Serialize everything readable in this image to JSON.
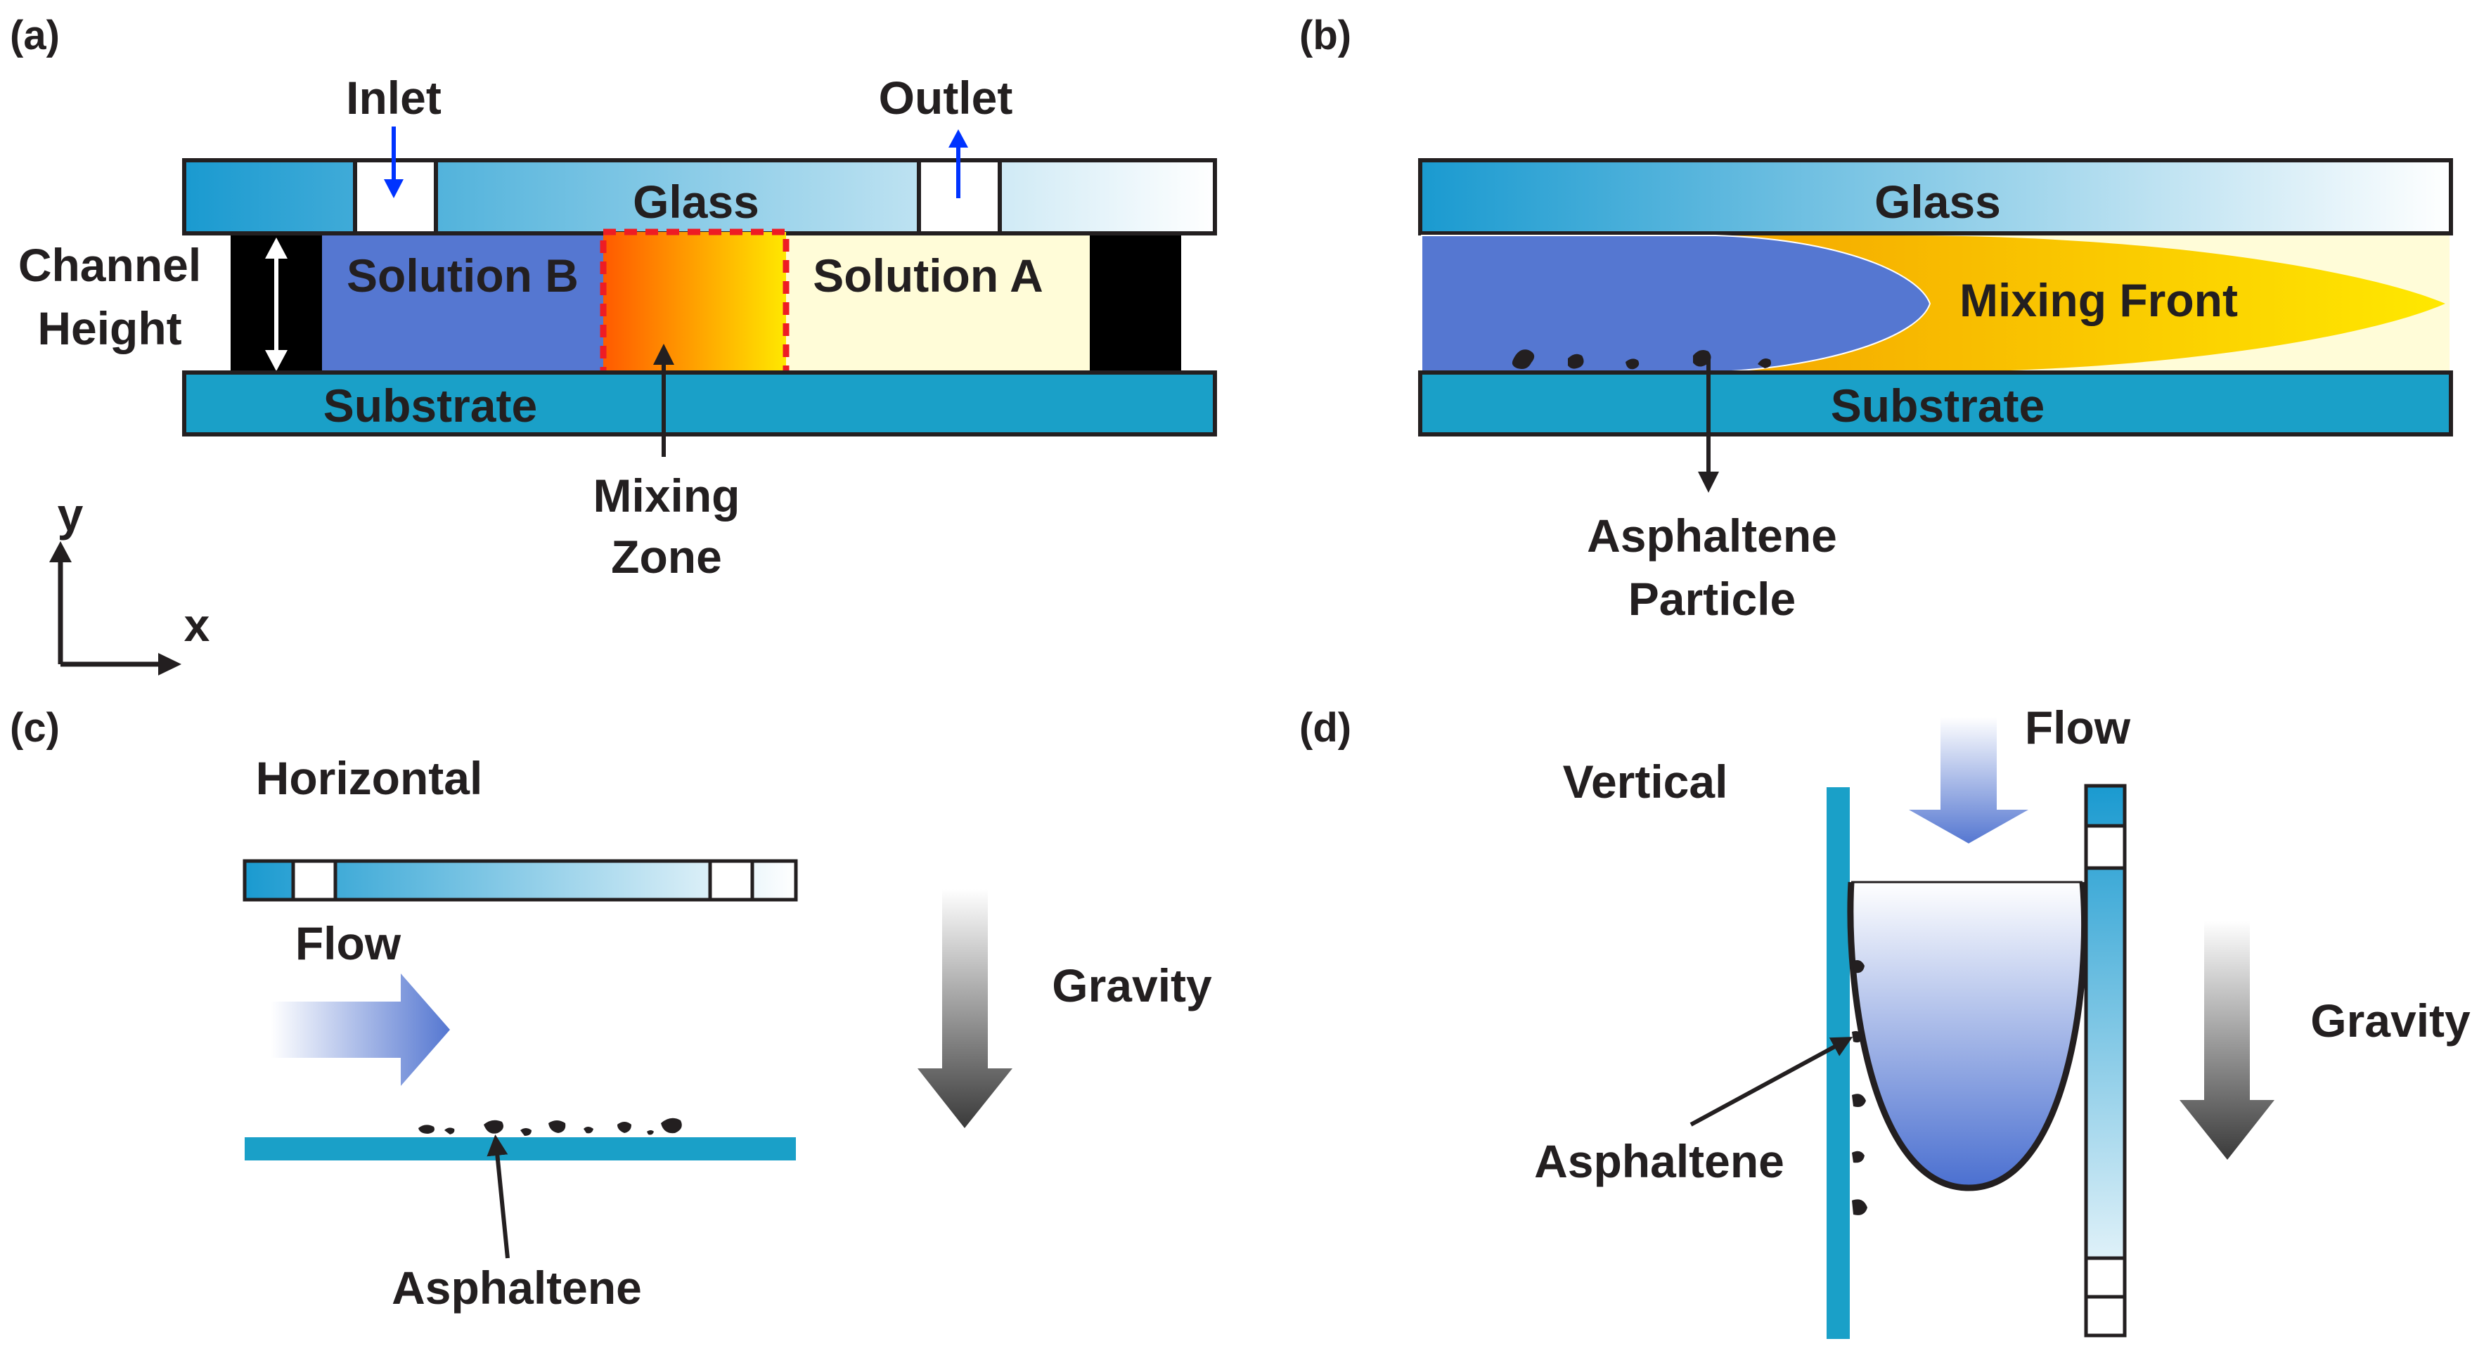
{
  "panels": {
    "a": {
      "label": "(a)",
      "inlet": "Inlet",
      "outlet": "Outlet",
      "glass": "Glass",
      "channel_height_line1": "Channel",
      "channel_height_line2": "Height",
      "solution_b": "Solution B",
      "solution_a": "Solution A",
      "substrate": "Substrate",
      "mixing_zone_line1": "Mixing",
      "mixing_zone_line2": "Zone",
      "axis_y": "y",
      "axis_x": "x"
    },
    "b": {
      "label": "(b)",
      "glass": "Glass",
      "mixing_front": "Mixing Front",
      "substrate": "Substrate",
      "particle_line1": "Asphaltene",
      "particle_line2": "Particle"
    },
    "c": {
      "label": "(c)",
      "orientation": "Horizontal",
      "flow": "Flow",
      "gravity": "Gravity",
      "asphaltene": "Asphaltene"
    },
    "d": {
      "label": "(d)",
      "orientation": "Vertical",
      "flow": "Flow",
      "gravity": "Gravity",
      "asphaltene": "Asphaltene"
    }
  },
  "colors": {
    "glass_dark": "#1a9ad0",
    "glass_light": "#ffffff",
    "substrate": "#1aa0c8",
    "solution_b": "#5577d1",
    "solution_a": "#fffde0",
    "mixing_orange": "#ff5a00",
    "mixing_yellow": "#ffe000",
    "dashed_border": "#ee1c24",
    "arrow_blue": "#0033ff",
    "outline": "#231f20"
  }
}
